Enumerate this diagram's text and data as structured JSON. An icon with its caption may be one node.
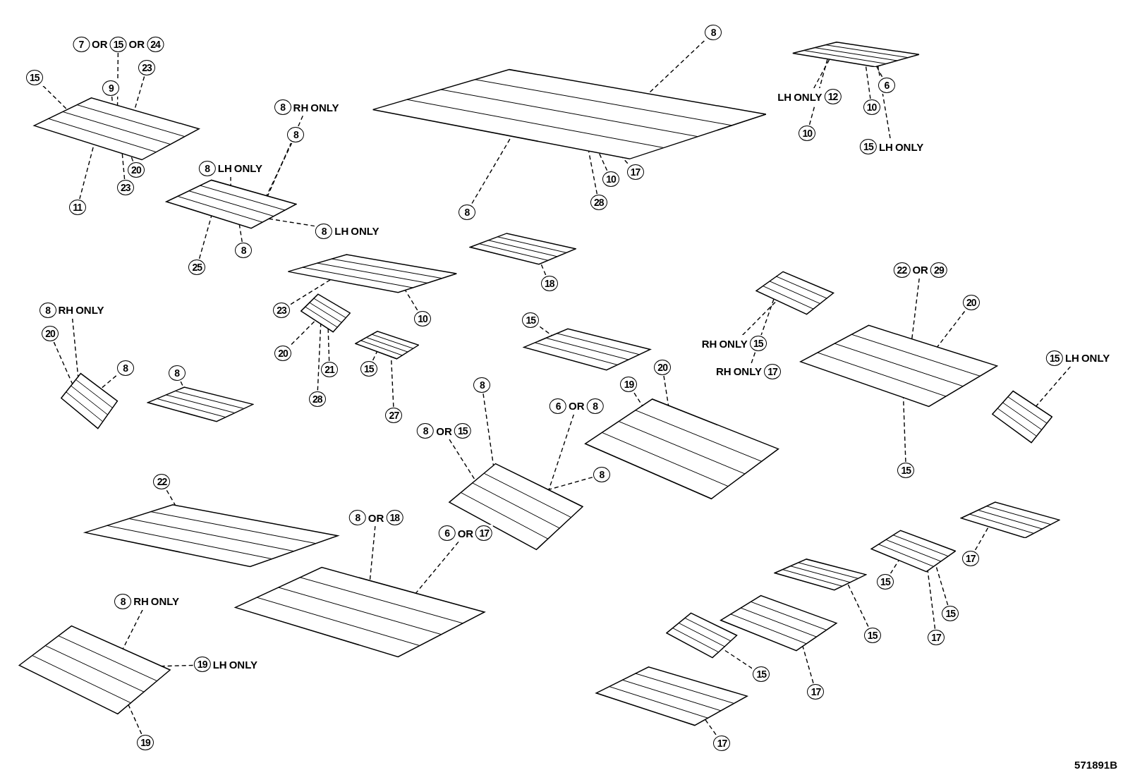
{
  "diagram": {
    "nodes": [
      {
        "text": [],
        "shape": "picture"
      },
      {
        "text": [],
        "shape": "picture"
      },
      {
        "text": [],
        "shape": "picture"
      },
      {
        "text": [],
        "shape": "picture"
      },
      {
        "text": [],
        "shape": "picture"
      },
      {
        "text": [],
        "shape": "picture"
      },
      {
        "text": [],
        "shape": "picture"
      },
      {
        "text": [],
        "shape": "picture"
      },
      {
        "text": [],
        "shape": "picture"
      },
      {
        "text": [],
        "shape": "picture"
      },
      {
        "text": [],
        "shape": "picture"
      },
      {
        "text": [],
        "shape": "picture"
      },
      {
        "text": [],
        "shape": "picture"
      },
      {
        "text": [],
        "shape": "picture"
      },
      {
        "text": [],
        "shape": "picture"
      },
      {
        "text": [],
        "shape": "picture"
      },
      {
        "text": [],
        "shape": "picture"
      },
      {
        "text": [],
        "shape": "picture"
      },
      {
        "text": [],
        "shape": "picture"
      },
      {
        "text": [],
        "shape": "picture"
      },
      {
        "text": [],
        "shape": "picture"
      },
      {
        "text": [],
        "shape": "picture"
      },
      {
        "text": [],
        "shape": "picture"
      },
      {
        "text": [],
        "shape": "picture"
      },
      {
        "text": [],
        "shape": "picture"
      },
      {
        "text": [
          "15"
        ]
      },
      {
        "text": [
          "7 OR 15 OR 24"
        ]
      },
      {
        "text": [
          "23"
        ]
      },
      {
        "text": [
          "9"
        ]
      },
      {
        "text": [
          "20"
        ]
      },
      {
        "text": [
          "23"
        ]
      },
      {
        "text": [
          "11"
        ]
      },
      {
        "text": [
          "8 RH ONLY"
        ]
      },
      {
        "text": [
          "8"
        ]
      },
      {
        "text": [
          "8 LH ONLY"
        ]
      },
      {
        "text": [
          "8 LH ONLY"
        ]
      },
      {
        "text": [
          "8"
        ]
      },
      {
        "text": [
          "25"
        ]
      },
      {
        "text": [
          "8"
        ]
      },
      {
        "text": [
          "8"
        ]
      },
      {
        "text": [
          "28"
        ]
      },
      {
        "text": [
          "10"
        ]
      },
      {
        "text": [
          "17"
        ]
      },
      {
        "text": [
          "LH ONLY 12"
        ]
      },
      {
        "text": [
          "6"
        ]
      },
      {
        "text": [
          "10"
        ]
      },
      {
        "text": [
          "10"
        ]
      },
      {
        "text": [
          "15 LH ONLY"
        ]
      },
      {
        "text": [
          "23"
        ]
      },
      {
        "text": [
          "10"
        ]
      },
      {
        "text": [
          "20"
        ]
      },
      {
        "text": [
          "21"
        ]
      },
      {
        "text": [
          "28"
        ]
      },
      {
        "text": [
          "15"
        ]
      },
      {
        "text": [
          "27"
        ]
      },
      {
        "text": [
          "18"
        ]
      },
      {
        "text": [
          "RH ONLY 15"
        ]
      },
      {
        "text": [
          "RH ONLY 17"
        ]
      },
      {
        "text": [
          "22 OR 29"
        ]
      },
      {
        "text": [
          "20"
        ]
      },
      {
        "text": [
          "15"
        ]
      },
      {
        "text": [
          "15 LH ONLY"
        ]
      },
      {
        "text": [
          "8 RH ONLY"
        ]
      },
      {
        "text": [
          "20"
        ]
      },
      {
        "text": [
          "8"
        ]
      },
      {
        "text": [
          "8"
        ]
      },
      {
        "text": [
          "15"
        ]
      },
      {
        "text": [
          "19"
        ]
      },
      {
        "text": [
          "20"
        ]
      },
      {
        "text": [
          "6 OR 8"
        ]
      },
      {
        "text": [
          "8 OR 15"
        ]
      },
      {
        "text": [
          "8"
        ]
      },
      {
        "text": [
          "8"
        ]
      },
      {
        "text": [
          "22"
        ]
      },
      {
        "text": [
          "8 OR 18"
        ]
      },
      {
        "text": [
          "6 OR 17"
        ]
      },
      {
        "text": [
          "8 RH ONLY"
        ]
      },
      {
        "text": [
          "19 LH ONLY"
        ]
      },
      {
        "text": [
          "19"
        ]
      },
      {
        "text": [
          "17"
        ]
      },
      {
        "text": [
          "15"
        ]
      },
      {
        "text": [
          "17"
        ]
      },
      {
        "text": [
          "15"
        ]
      },
      {
        "text": [
          "15"
        ]
      },
      {
        "text": [
          "15"
        ]
      },
      {
        "text": [
          "17"
        ]
      },
      {
        "text": [
          "17"
        ]
      }
    ],
    "edges": [
      {
        "from": 25,
        "to": 0,
        "arrow": "none",
        "style": "dashed"
      },
      {
        "from": 26,
        "to": 0,
        "arrow": "none",
        "style": "dashed"
      },
      {
        "from": 27,
        "to": 0,
        "arrow": "none",
        "style": "dashed"
      },
      {
        "from": 28,
        "to": 0,
        "arrow": "none",
        "style": "dashed"
      },
      {
        "from": 29,
        "to": 0,
        "arrow": "none",
        "style": "dashed"
      },
      {
        "from": 30,
        "to": 0,
        "arrow": "none",
        "style": "dashed"
      },
      {
        "from": 31,
        "to": 0,
        "arrow": "none",
        "style": "dashed"
      },
      {
        "from": 32,
        "to": 1,
        "arrow": "none",
        "style": "dashed"
      },
      {
        "from": 33,
        "to": 1,
        "arrow": "none",
        "style": "dashed"
      },
      {
        "from": 34,
        "to": 1,
        "arrow": "none",
        "style": "dashed"
      },
      {
        "from": 35,
        "to": 1,
        "arrow": "none",
        "style": "dashed"
      },
      {
        "from": 36,
        "to": 1,
        "arrow": "none",
        "style": "dashed"
      },
      {
        "from": 37,
        "to": 1,
        "arrow": "none",
        "style": "dashed"
      },
      {
        "from": 38,
        "to": 2,
        "arrow": "none",
        "style": "dashed"
      },
      {
        "from": 39,
        "to": 2,
        "arrow": "none",
        "style": "dashed"
      },
      {
        "from": 40,
        "to": 2,
        "arrow": "none",
        "style": "dashed"
      },
      {
        "from": 41,
        "to": 2,
        "arrow": "none",
        "style": "dashed"
      },
      {
        "from": 42,
        "to": 2,
        "arrow": "none",
        "style": "dashed"
      },
      {
        "from": 43,
        "to": 3,
        "arrow": "none",
        "style": "dashed"
      },
      {
        "from": 44,
        "to": 3,
        "arrow": "none",
        "style": "dashed"
      },
      {
        "from": 45,
        "to": 3,
        "arrow": "none",
        "style": "dashed"
      },
      {
        "from": 46,
        "to": 3,
        "arrow": "none",
        "style": "dashed"
      },
      {
        "from": 47,
        "to": 3,
        "arrow": "none",
        "style": "dashed"
      },
      {
        "from": 48,
        "to": 4,
        "arrow": "none",
        "style": "dashed"
      },
      {
        "from": 49,
        "to": 4,
        "arrow": "none",
        "style": "dashed"
      },
      {
        "from": 50,
        "to": 5,
        "arrow": "none",
        "style": "dashed"
      },
      {
        "from": 51,
        "to": 5,
        "arrow": "none",
        "style": "dashed"
      },
      {
        "from": 52,
        "to": 5,
        "arrow": "none",
        "style": "dashed"
      },
      {
        "from": 53,
        "to": 6,
        "arrow": "none",
        "style": "dashed"
      },
      {
        "from": 54,
        "to": 6,
        "arrow": "none",
        "style": "dashed"
      },
      {
        "from": 55,
        "to": 7,
        "arrow": "none",
        "style": "dashed"
      },
      {
        "from": 56,
        "to": 8,
        "arrow": "none",
        "style": "dashed"
      },
      {
        "from": 57,
        "to": 8,
        "arrow": "none",
        "style": "dashed"
      },
      {
        "from": 58,
        "to": 9,
        "arrow": "none",
        "style": "dashed"
      },
      {
        "from": 59,
        "to": 9,
        "arrow": "none",
        "style": "dashed"
      },
      {
        "from": 60,
        "to": 9,
        "arrow": "none",
        "style": "dashed"
      },
      {
        "from": 61,
        "to": 10,
        "arrow": "none",
        "style": "dashed"
      },
      {
        "from": 62,
        "to": 11,
        "arrow": "none",
        "style": "dashed"
      },
      {
        "from": 63,
        "to": 11,
        "arrow": "none",
        "style": "dashed"
      },
      {
        "from": 64,
        "to": 11,
        "arrow": "none",
        "style": "dashed"
      },
      {
        "from": 65,
        "to": 12,
        "arrow": "none",
        "style": "dashed"
      },
      {
        "from": 66,
        "to": 13,
        "arrow": "none",
        "style": "dashed"
      },
      {
        "from": 67,
        "to": 14,
        "arrow": "none",
        "style": "dashed"
      },
      {
        "from": 68,
        "to": 14,
        "arrow": "none",
        "style": "dashed"
      },
      {
        "from": 69,
        "to": 15,
        "arrow": "none",
        "style": "dashed"
      },
      {
        "from": 70,
        "to": 15,
        "arrow": "none",
        "style": "dashed"
      },
      {
        "from": 71,
        "to": 15,
        "arrow": "none",
        "style": "dashed"
      },
      {
        "from": 72,
        "to": 15,
        "arrow": "none",
        "style": "dashed"
      },
      {
        "from": 73,
        "to": 16,
        "arrow": "none",
        "style": "dashed"
      },
      {
        "from": 74,
        "to": 17,
        "arrow": "none",
        "style": "dashed"
      },
      {
        "from": 75,
        "to": 17,
        "arrow": "none",
        "style": "dashed"
      },
      {
        "from": 76,
        "to": 18,
        "arrow": "none",
        "style": "dashed"
      },
      {
        "from": 77,
        "to": 18,
        "arrow": "none",
        "style": "dashed"
      },
      {
        "from": 78,
        "to": 18,
        "arrow": "none",
        "style": "dashed"
      },
      {
        "from": 79,
        "to": 19,
        "arrow": "none",
        "style": "dashed"
      },
      {
        "from": 80,
        "to": 20,
        "arrow": "none",
        "style": "dashed"
      },
      {
        "from": 81,
        "to": 21,
        "arrow": "none",
        "style": "dashed"
      },
      {
        "from": 82,
        "to": 22,
        "arrow": "none",
        "style": "dashed"
      },
      {
        "from": 83,
        "to": 23,
        "arrow": "none",
        "style": "dashed"
      },
      {
        "from": 84,
        "to": 23,
        "arrow": "none",
        "style": "dashed"
      },
      {
        "from": 85,
        "to": 23,
        "arrow": "none",
        "style": "dashed"
      },
      {
        "from": 86,
        "to": 24,
        "arrow": "none",
        "style": "dashed"
      }
    ],
    "labels": [
      "571891B"
    ]
  }
}
